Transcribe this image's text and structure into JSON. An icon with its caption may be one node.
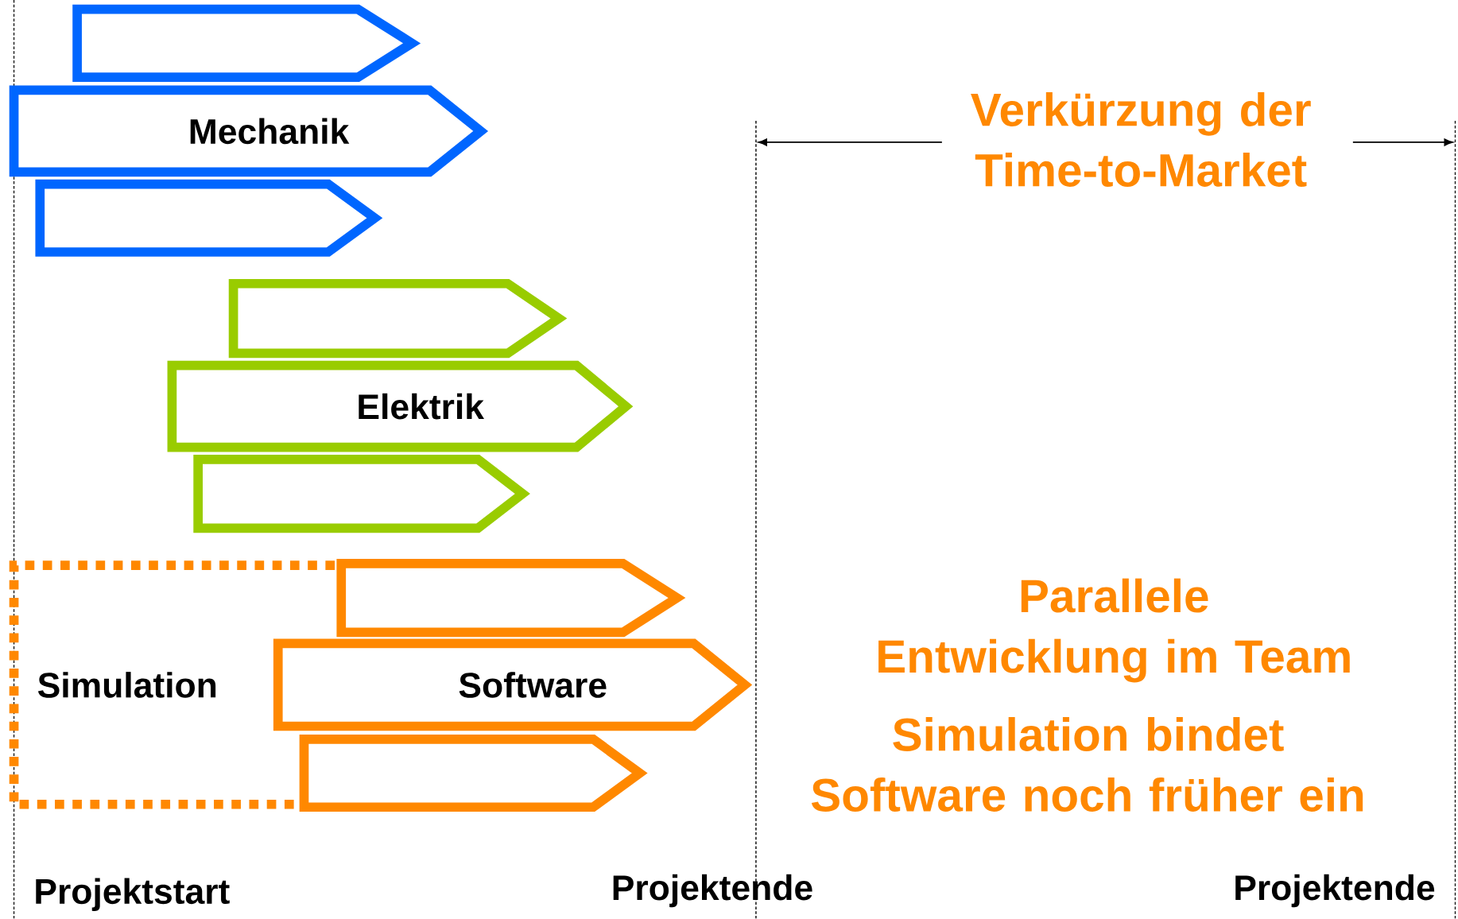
{
  "diagram": {
    "nodes": [
      {
        "text": [],
        "shape": "arrow"
      },
      {
        "text": [
          "Mechanik"
        ]
      },
      {
        "text": [],
        "shape": "arrow"
      },
      {
        "text": [],
        "shape": "arrow"
      },
      {
        "text": [
          "Elektrik"
        ]
      },
      {
        "text": [],
        "shape": "arrow"
      },
      {
        "text": [
          "Simulation"
        ]
      },
      {
        "text": [],
        "shape": "arrow"
      },
      {
        "text": [
          "Software"
        ]
      },
      {
        "text": [],
        "shape": "arrow"
      }
    ],
    "labels": [
      "Verkürzung der Time-to-Market",
      "Parallele Entwicklung im Team",
      "Simulation bindet Software noch früher ein",
      "Projektstart",
      "Projektende",
      "Projektende"
    ]
  }
}
